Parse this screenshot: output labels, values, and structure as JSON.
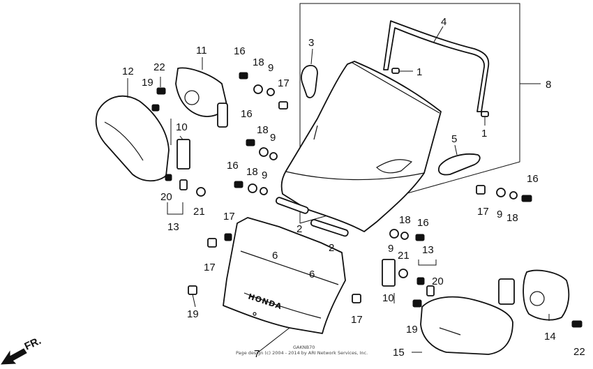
{
  "diagram": {
    "labels": {
      "l1a": "1",
      "l1b": "1",
      "l2a": "2",
      "l2b": "2",
      "l3": "3",
      "l4": "4",
      "l5": "5",
      "l6a": "6",
      "l6b": "6",
      "l7": "7",
      "l8": "8",
      "l9a": "9",
      "l9b": "9",
      "l9c": "9",
      "l9d": "9",
      "l9e": "9",
      "l10a": "10",
      "l10b": "10",
      "l11": "11",
      "l12": "12",
      "l13a": "13",
      "l13b": "13",
      "l14": "14",
      "l15": "15",
      "l16a": "16",
      "l16b": "16",
      "l16c": "16",
      "l16d": "16",
      "l16e": "16",
      "l17a": "17",
      "l17b": "17",
      "l17c": "17",
      "l17d": "17",
      "l17e": "17",
      "l18a": "18",
      "l18b": "18",
      "l18c": "18",
      "l18d": "18",
      "l18e": "18",
      "l19a": "19",
      "l19b": "19",
      "l19c": "19",
      "l20a": "20",
      "l20b": "20",
      "l21a": "21",
      "l21b": "21",
      "l22a": "22",
      "l22b": "22"
    },
    "brand_text": "HONDA",
    "direction_label": "FR.",
    "footer_code": "GAKNB70",
    "footer_copyright": "Page design (c) 2004 - 2014 by ARI Network Services, Inc."
  }
}
